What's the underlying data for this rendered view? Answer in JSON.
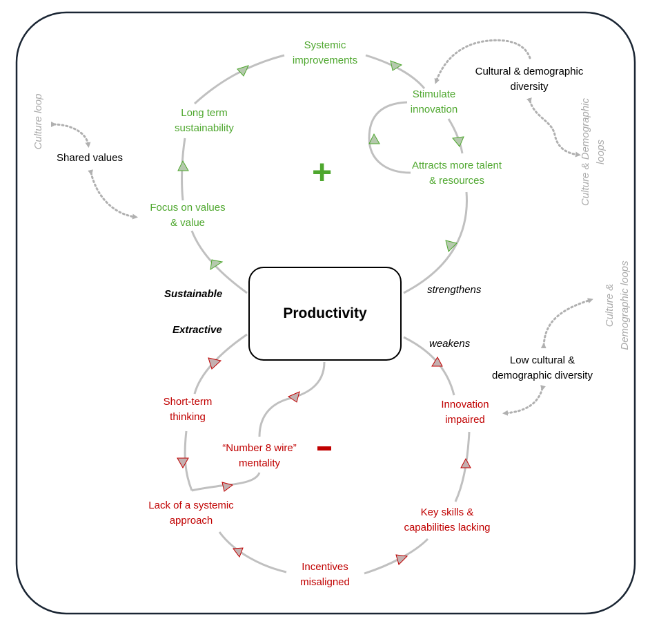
{
  "center": "Productivity",
  "positive_loop": {
    "sign": "+",
    "nodes": {
      "systemic": [
        "Systemic",
        "improvements"
      ],
      "innovation": [
        "Stimulate",
        "innovation"
      ],
      "talent": [
        "Attracts more talent",
        "& resources"
      ],
      "longterm": [
        "Long term",
        "sustainability"
      ],
      "values": [
        "Focus on values",
        "& value"
      ]
    }
  },
  "negative_loop": {
    "sign": "-",
    "nodes": {
      "shortterm": [
        "Short-term",
        "thinking"
      ],
      "wire": [
        "“Number 8 wire”",
        "mentality"
      ],
      "systemic_lack": [
        "Lack of a systemic",
        "approach"
      ],
      "incentives": [
        "Incentives",
        "misaligned"
      ],
      "skills": [
        "Key skills &",
        "capabilities lacking"
      ],
      "innovation_impaired": [
        "Innovation",
        "impaired"
      ]
    }
  },
  "external": {
    "cultural_diversity": [
      "Cultural & demographic",
      "diversity"
    ],
    "shared_values": "Shared values",
    "low_diversity": [
      "Low cultural &",
      "demographic diversity"
    ]
  },
  "edge_labels": {
    "sustainable": "Sustainable",
    "extractive": "Extractive",
    "strengthens": "strengthens",
    "weakens": "weakens"
  },
  "side_labels": {
    "culture_loop": "Culture loop",
    "cd_loops_top": [
      "Culture & Demographic",
      "loops"
    ],
    "cd_loops_bottom": [
      "Culture &",
      "Demographic  loops"
    ]
  },
  "colors": {
    "positive": "#4ea72e",
    "negative": "#c00000",
    "arrow_line": "#c0c0c0",
    "border": "#1a2533"
  }
}
